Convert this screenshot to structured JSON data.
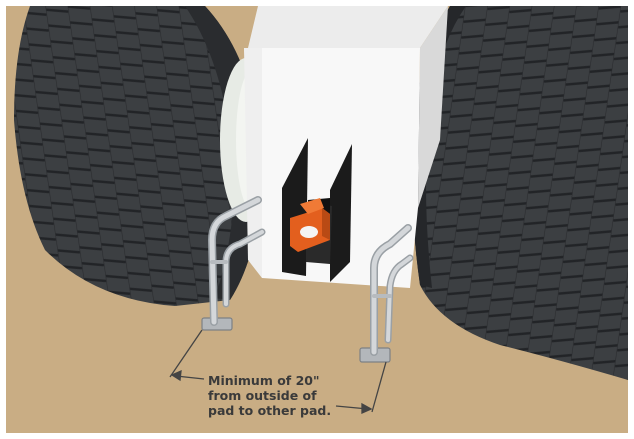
{
  "annotation": {
    "line_1": "Minimum of 20\"",
    "line_2": "from outside of",
    "line_3": "pad to other pad."
  },
  "colors": {
    "ground": "#c9ad84",
    "tire": "#3a3d40",
    "tire_dark": "#25272a",
    "hub": "#e8ebe6",
    "pedestal": "#f7f7f7",
    "slot": "#1b1b1b",
    "bracket": "#e35f1e",
    "rail": "#c5c8cb",
    "dimension_line": "#444444"
  }
}
